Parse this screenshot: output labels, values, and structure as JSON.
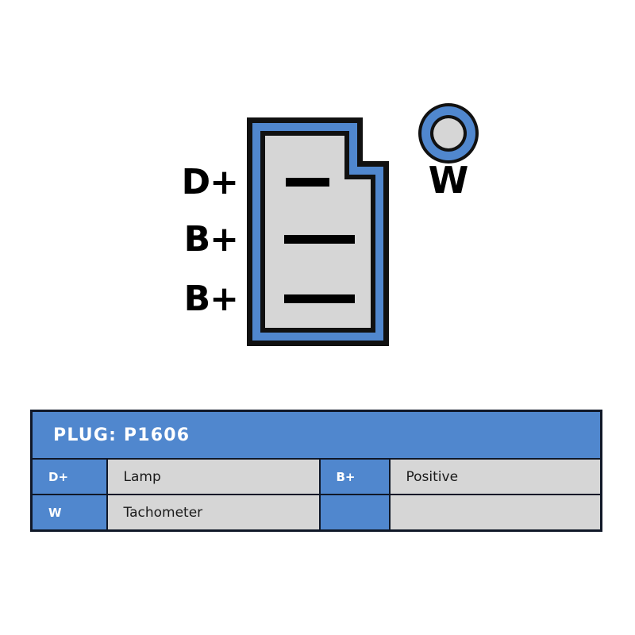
{
  "diagram": {
    "connector": {
      "shape_name": "stepped-rectangular-plug-housing",
      "body_fill": "#d6d6d6",
      "band_color": "#5087ce",
      "outline_color": "#111111",
      "terminal_blade_color": "#000000",
      "pin_labels": [
        "D+",
        "B+",
        "B+"
      ],
      "blades": [
        {
          "label": "D+",
          "width_class": "short"
        },
        {
          "label": "B+",
          "width_class": "long"
        },
        {
          "label": "B+",
          "width_class": "long"
        }
      ]
    },
    "w_terminal": {
      "label": "W",
      "shape_name": "ring-terminal",
      "ring_color": "#5087ce",
      "center_fill": "#d6d6d6",
      "outline_color": "#111111"
    }
  },
  "legend": {
    "header": "PLUG: P1606",
    "header_bg": "#5087ce",
    "key_bg": "#5087ce",
    "value_bg": "#d6d6d6",
    "border_color": "#101828",
    "rows": [
      {
        "key_a": "D+",
        "value_a": "Lamp",
        "key_b": "B+",
        "value_b": "Positive"
      },
      {
        "key_a": "W",
        "value_a": "Tachometer",
        "key_b": "",
        "value_b": ""
      }
    ]
  }
}
